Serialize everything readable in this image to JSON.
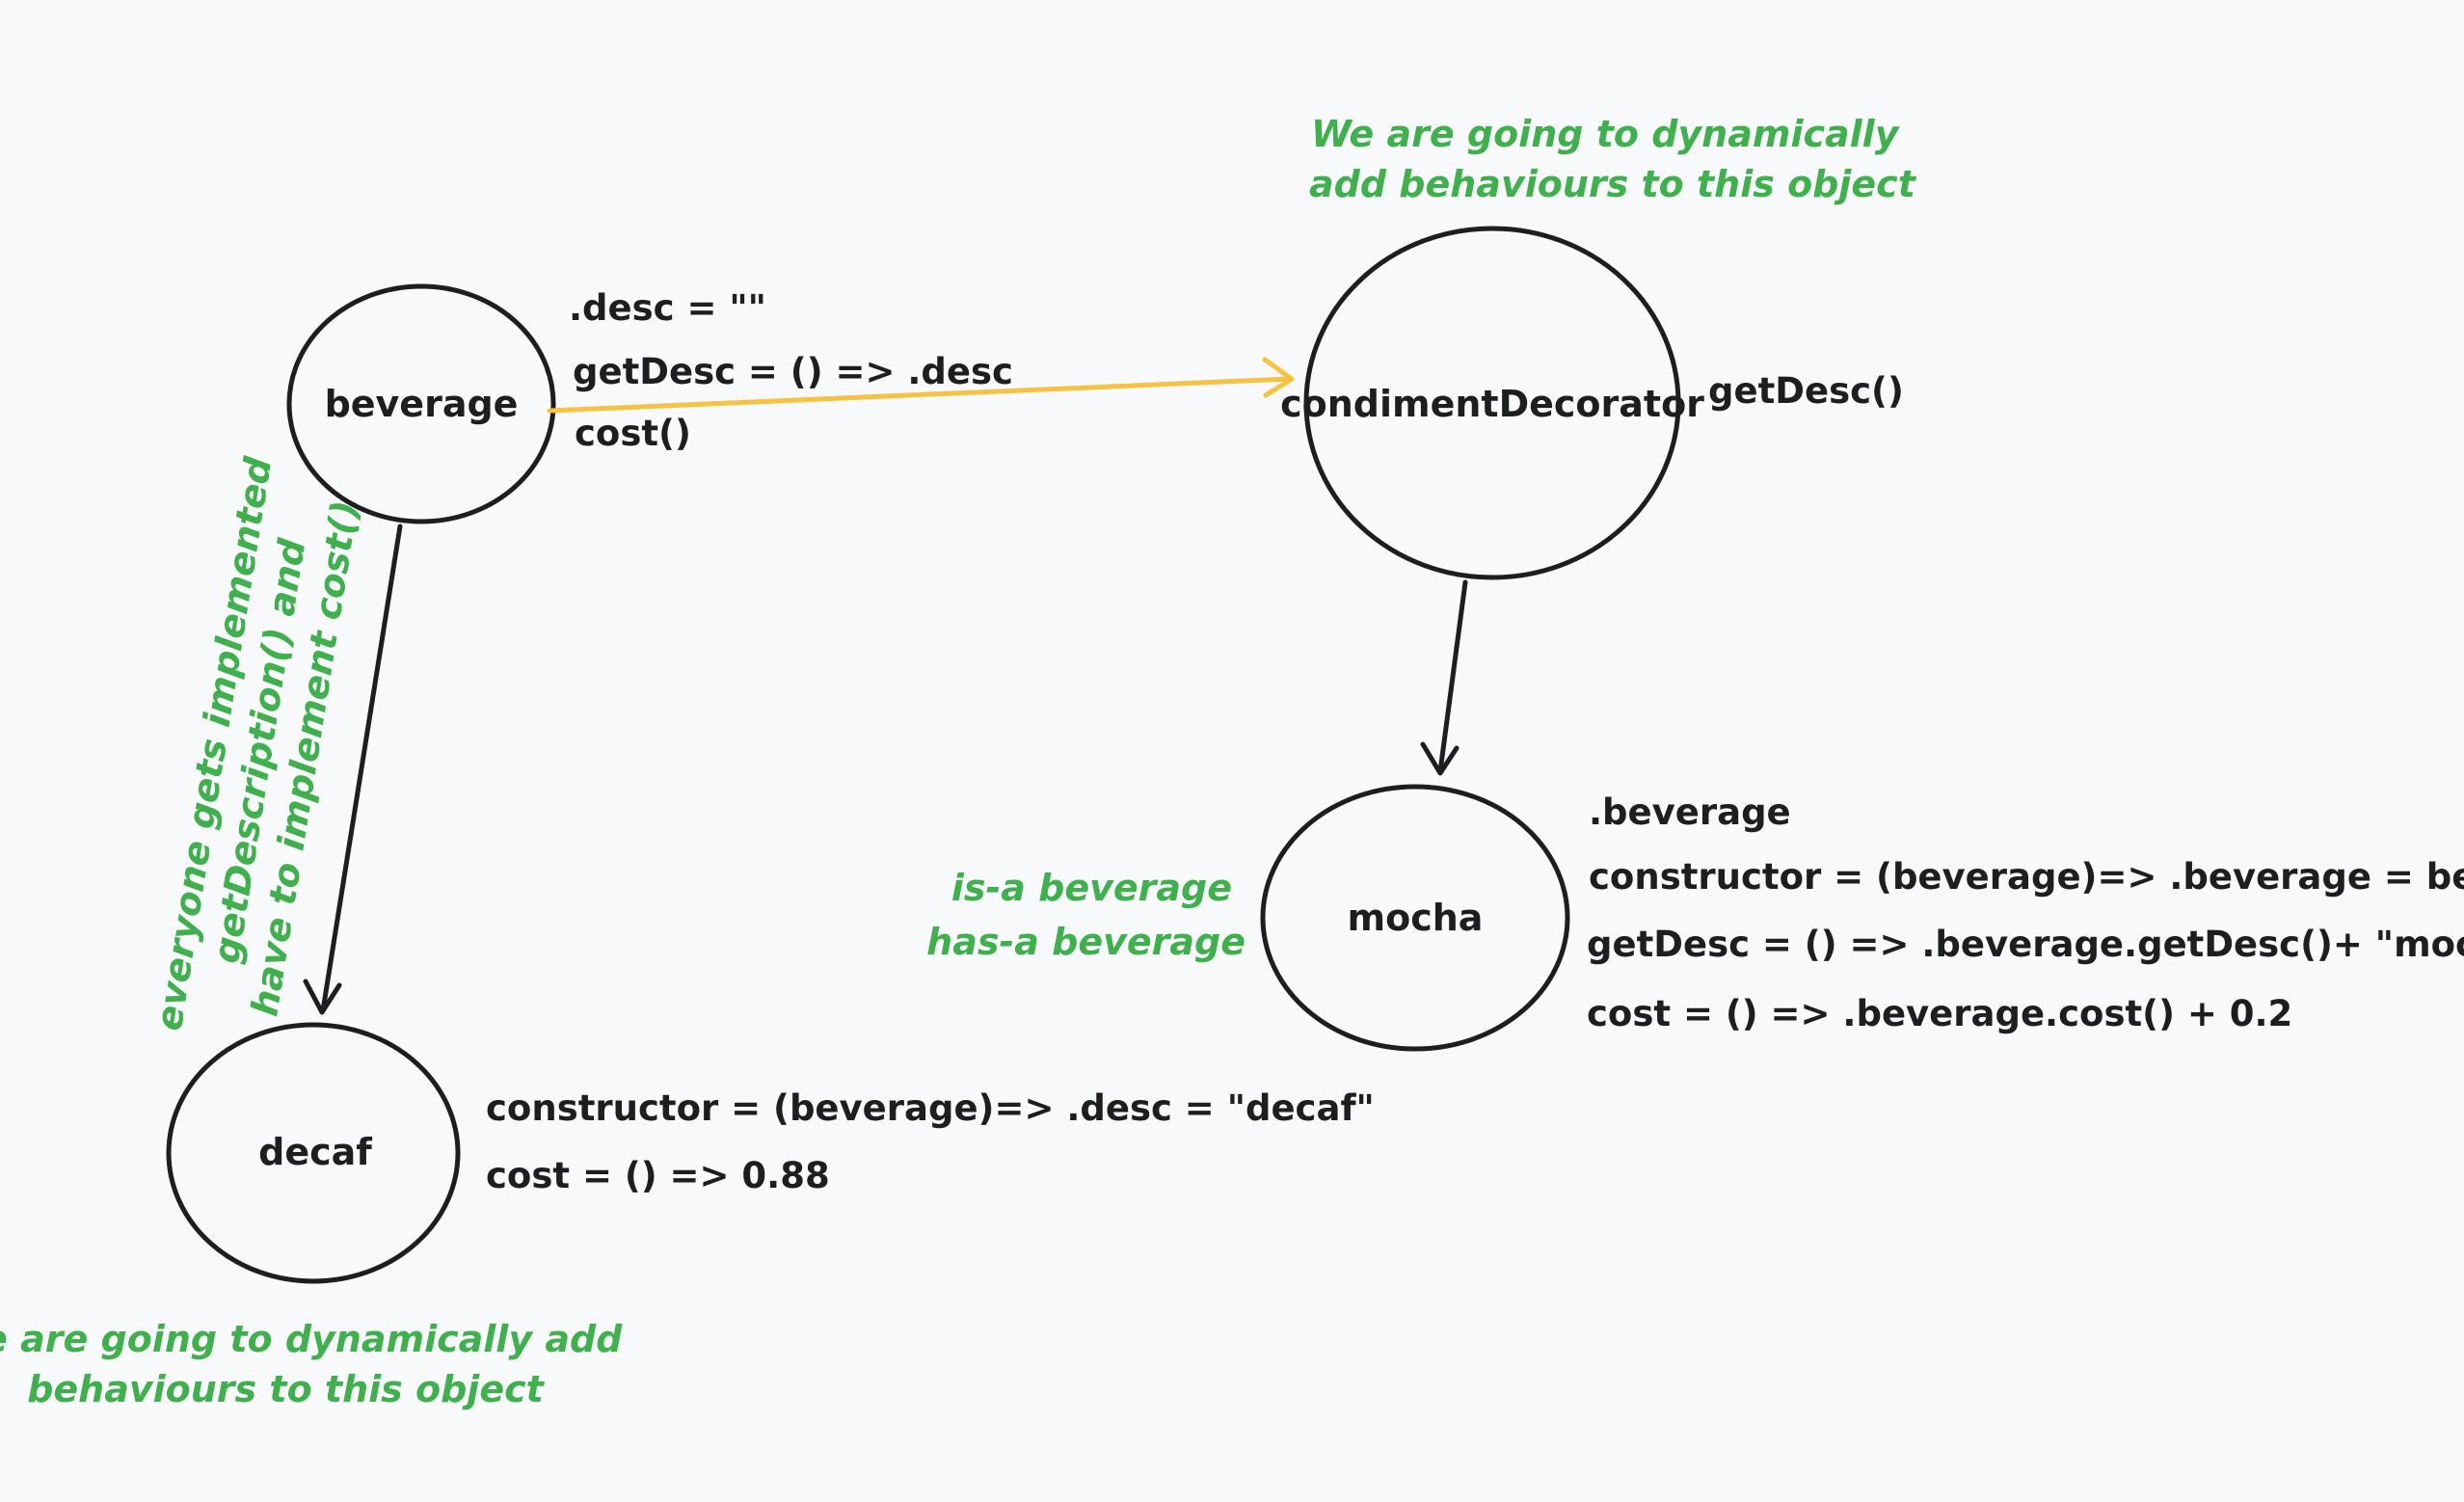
{
  "nodes": {
    "beverage": {
      "label": "beverage"
    },
    "condiment_decorator": {
      "label": "condimentDecorator"
    },
    "mocha": {
      "label": "mocha"
    },
    "decaf": {
      "label": "decaf"
    }
  },
  "beverage_members": {
    "line1": ".desc = \"\"",
    "line2": "getDesc = () => .desc",
    "line3": "cost()"
  },
  "condiment_decorator_members": {
    "line1": "getDesc()"
  },
  "mocha_members": {
    "line1": ".beverage",
    "line2": "constructor = (beverage)=> .beverage = beverage",
    "line3": "getDesc = () => .beverage.getDesc()+ \"mocha\"",
    "line4": "cost = () => .beverage.cost() + 0.2"
  },
  "decaf_members": {
    "line1": "constructor = (beverage)=> .desc = \"decaf\"",
    "line2": "cost = () => 0.88"
  },
  "notes": {
    "top": {
      "line1": "We are going to dynamically",
      "line2": "add behaviours to this object"
    },
    "bottom": {
      "line1": "We are going to dynamically add",
      "line2": "behaviours to this object"
    },
    "mocha_side": {
      "line1": "is-a beverage",
      "line2": "has-a beverage"
    },
    "rotated": {
      "line1": "everyone gets implemented",
      "line2": "getDescription() and",
      "line3": "have to implement cost()"
    }
  },
  "colors": {
    "background": "#f8f9fa",
    "stroke": "#1e1e1e",
    "note_green": "#40b04e",
    "arrow_yellow": "#f5c242"
  }
}
